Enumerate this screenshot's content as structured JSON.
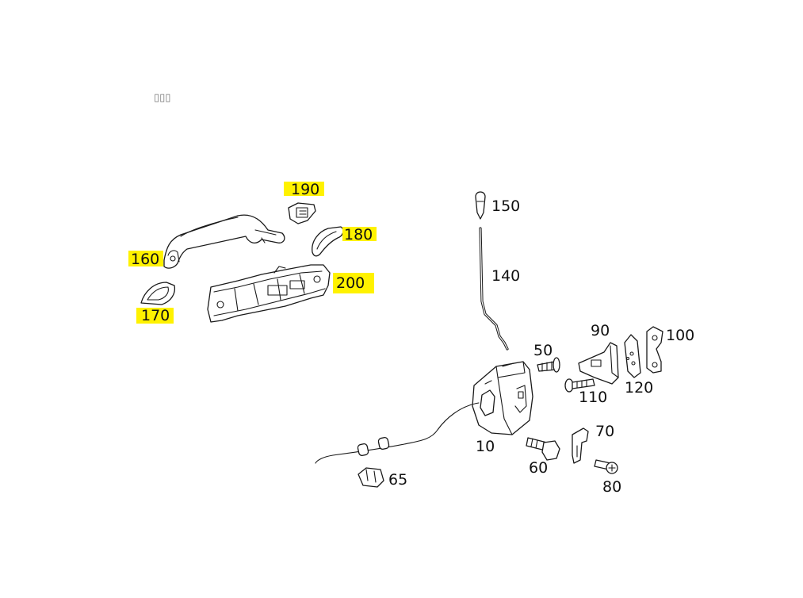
{
  "page": {
    "header_glyphs": "▯▯▯"
  },
  "labels": {
    "p190": "190",
    "p180": "180",
    "p160": "160",
    "p200": "200",
    "p170": "170",
    "p150": "150",
    "p140": "140",
    "p50": "50",
    "p90": "90",
    "p100": "100",
    "p110": "110",
    "p120": "120",
    "p10": "10",
    "p70": "70",
    "p60": "60",
    "p65": "65",
    "p80": "80"
  },
  "colors": {
    "highlight": "#fff200",
    "line": "#1a1a1a",
    "background": "#ffffff"
  }
}
